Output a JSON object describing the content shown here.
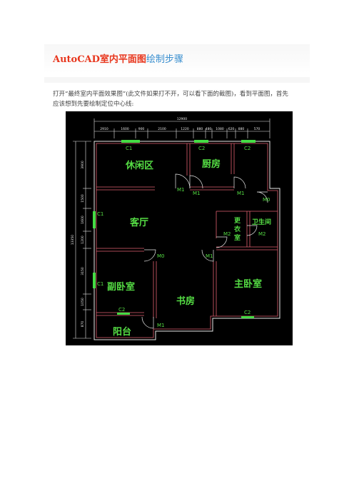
{
  "title": {
    "bold": "AutoCAD室内平面图",
    "rest": "绘制步骤"
  },
  "paragraph": {
    "line1": "打开“最终室内平面效果图”(此文件如果打不开，可以看下面的截图)，看到平面图，首先",
    "line2": "应该想到先要绘制定位中心线:"
  },
  "plan": {
    "rooms": {
      "leisure": "休闲区",
      "kitchen": "厨房",
      "living": "客厅",
      "dressing_1": "更",
      "dressing_2": "衣",
      "dressing_3": "室",
      "bathroom": "卫生间",
      "second_bedroom": "副卧室",
      "study": "书房",
      "master_bedroom": "主卧室",
      "balcony": "阳台"
    },
    "tags": {
      "c1_top": "C1",
      "c2_top1": "C2",
      "c2_top2": "C2",
      "m1_a": "M1",
      "m1_b": "M1",
      "m1_c": "M1",
      "m0_right": "M0",
      "c1_left1": "C1",
      "c1_left2": "C1",
      "m2_a": "M2",
      "m2_b": "M2",
      "m0_mid": "M0",
      "m1_mid": "M1",
      "c2_bottom1": "C2",
      "c2_bottom2": "C2",
      "m1_bottom": "M1"
    },
    "dims": {
      "total": "12900",
      "d1": "2910",
      "d2": "1600",
      "d3": "900",
      "d4": "2100",
      "d5": "1220",
      "d6": "880",
      "d7": "480",
      "d8": "1080",
      "d9": "620",
      "d10": "880",
      "d11": "570",
      "left_total": "13350",
      "l1": "3900",
      "l2": "1500",
      "l3": "1600",
      "l4": "1200",
      "l5": "3150",
      "l6": "1050",
      "l7": "870"
    },
    "colors": {
      "wall": "#ffffff",
      "wall_inner": "#e06070",
      "label": "#55dd44",
      "dim": "#e8e8e8",
      "window": "#44dd44",
      "door": "#ffffff"
    }
  }
}
